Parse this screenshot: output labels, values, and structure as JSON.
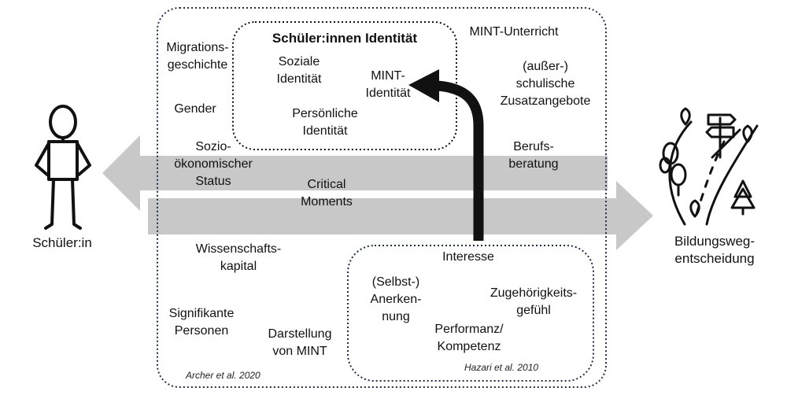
{
  "actors": {
    "student": "Schüler:in",
    "decision": "Bildungsweg-\nentscheidung"
  },
  "identity": {
    "title": "Schüler:innen Identität",
    "social": "Soziale\nIdentität",
    "mint": "MINT-\nIdentität",
    "personal": "Persönliche\nIdentität"
  },
  "factors": {
    "migration": "Migrations-\ngeschichte",
    "gender": "Gender",
    "ses": "Sozio-\nökonomischer\nStatus",
    "science_capital": "Wissenschafts-\nkapital",
    "significant_persons": "Signifikante\nPersonen",
    "mint_depiction": "Darstellung\nvon MINT",
    "mint_lessons": "MINT-Unterricht",
    "extracurricular": "(außer-)\nschulische\nZusatzangebote",
    "career": "Berufs-\nberatung"
  },
  "center": {
    "critical_moments": "Critical\nMoments"
  },
  "interest_box": {
    "interest": "Interesse",
    "recognition": "(Selbst-)\nAnerken-\nnung",
    "belonging": "Zugehörigkeits-\ngefühl",
    "performance": "Performanz/\nKompetenz"
  },
  "citations": {
    "archer": "Archer et al. 2020",
    "hazari": "Hazari et al. 2010"
  },
  "colors": {
    "arrow_gray": "#c8c8c8",
    "border_navy": "#1f2d4d",
    "ink": "#111111"
  }
}
